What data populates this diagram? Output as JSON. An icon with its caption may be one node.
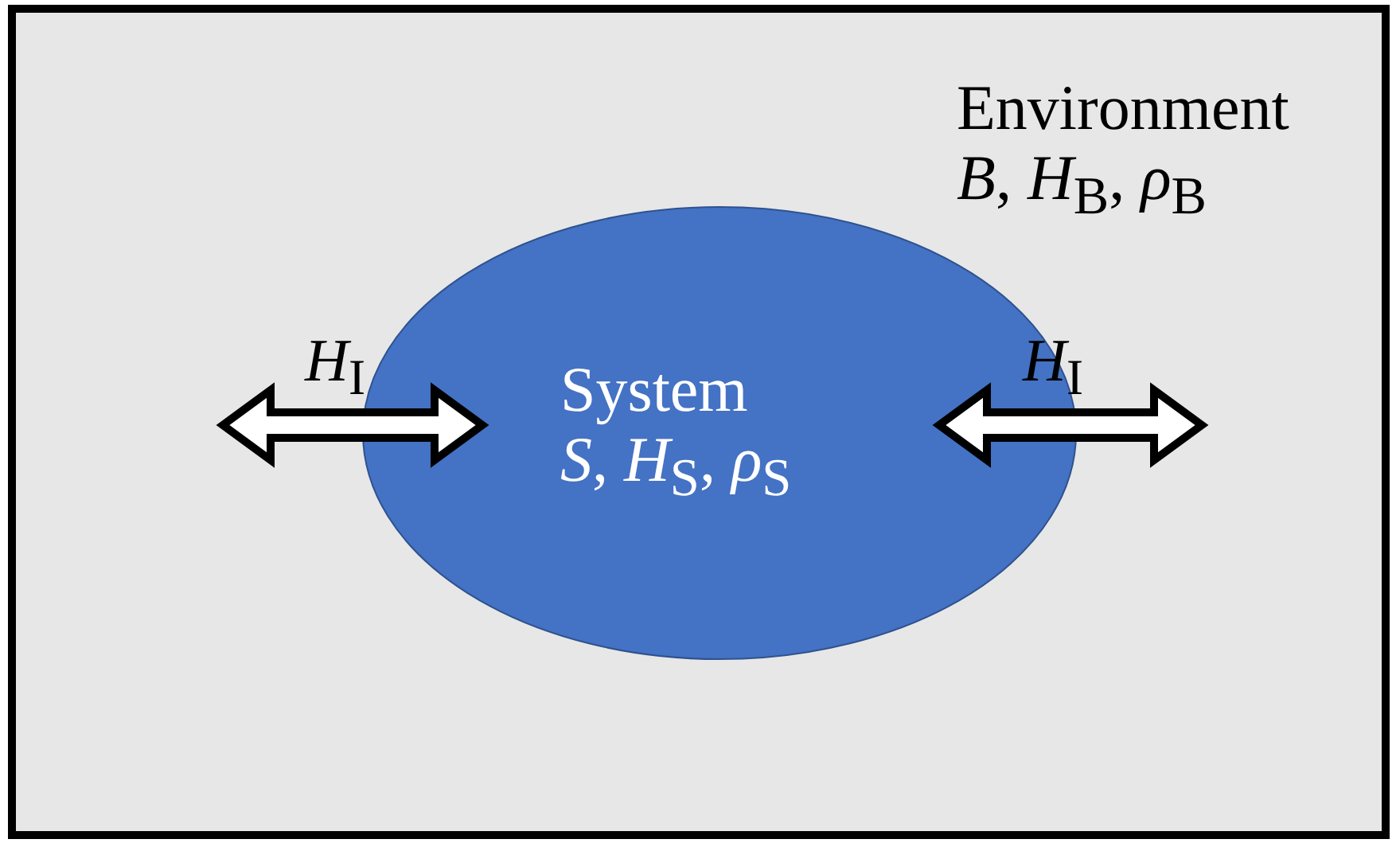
{
  "diagram": {
    "nodes": [
      {
        "text": [
          "Environment",
          "*B*, *H*$_{B}$, *ρ*$_{B}$"
        ]
      },
      {
        "text": [
          "System",
          "*S*, *H*$_{S}$, *ρ*$_{S}$"
        ],
        "in": 0
      }
    ],
    "labels": [
      "*H*$_{I}$",
      "*H*$_{I}$"
    ]
  }
}
